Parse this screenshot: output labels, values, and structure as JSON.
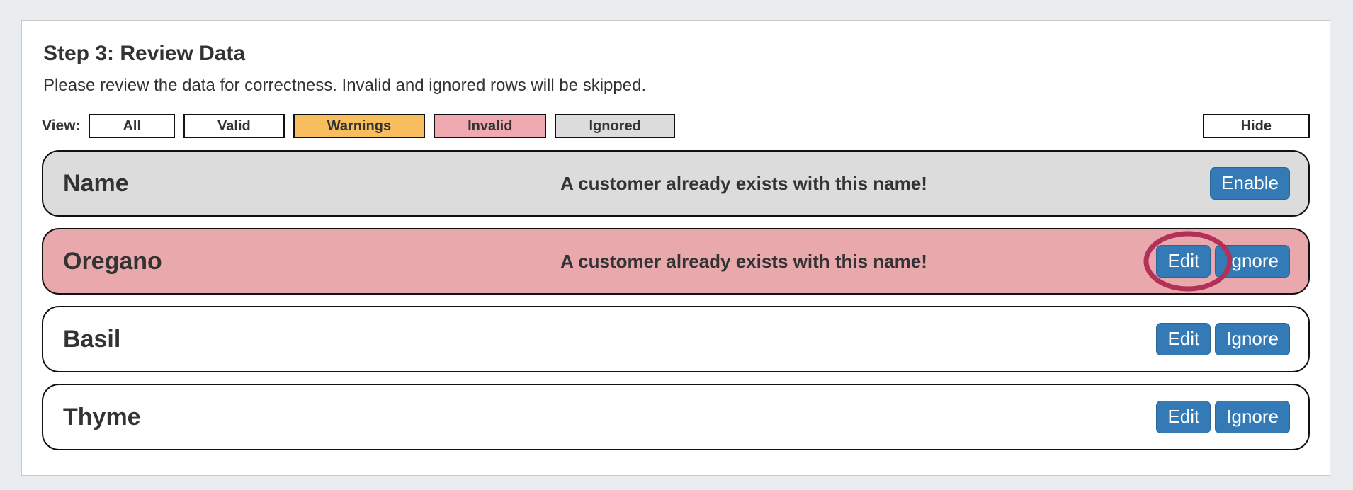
{
  "page": {
    "title": "Step 3: Review Data",
    "subtitle": "Please review the data for correctness. Invalid and ignored rows will be skipped."
  },
  "view_bar": {
    "label": "View:",
    "filters": [
      {
        "id": "all",
        "label": "All",
        "bg": "#ffffff"
      },
      {
        "id": "valid",
        "label": "Valid",
        "bg": "#ffffff"
      },
      {
        "id": "warnings",
        "label": "Warnings",
        "bg": "#f8bd5d"
      },
      {
        "id": "invalid",
        "label": "Invalid",
        "bg": "#eeaab0"
      },
      {
        "id": "ignored",
        "label": "Ignored",
        "bg": "#dcdcdc"
      }
    ],
    "hide_label": "Hide"
  },
  "rows": [
    {
      "name": "Name",
      "status": "ignored",
      "bg": "#dcdcdc",
      "message": "A customer already exists with this name!",
      "buttons": [
        "Enable"
      ],
      "annotated": false
    },
    {
      "name": "Oregano",
      "status": "invalid",
      "bg": "#e9a8ac",
      "message": "A customer already exists with this name!",
      "buttons": [
        "Edit",
        "Ignore"
      ],
      "annotated": true
    },
    {
      "name": "Basil",
      "status": "valid",
      "bg": "#ffffff",
      "message": "",
      "buttons": [
        "Edit",
        "Ignore"
      ],
      "annotated": false
    },
    {
      "name": "Thyme",
      "status": "valid",
      "bg": "#ffffff",
      "message": "",
      "buttons": [
        "Edit",
        "Ignore"
      ],
      "annotated": false
    }
  ],
  "colors": {
    "page_background": "#e9edf0",
    "panel_background": "#ffffff",
    "panel_border": "#c9c9c9",
    "text": "#333333",
    "warning_bg": "#f8bd5d",
    "invalid_bg": "#e9a8ac",
    "ignored_bg": "#dcdcdc",
    "action_button_bg": "#337ab7",
    "action_button_border": "#2b669a",
    "annotation_ellipse": "#b23158"
  }
}
